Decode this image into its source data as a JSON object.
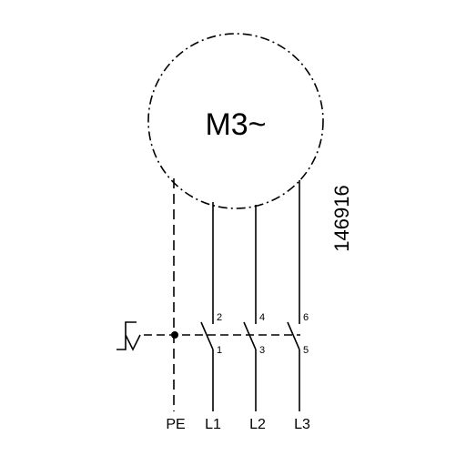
{
  "motor": {
    "label": "M3~"
  },
  "drawing_number": "146916",
  "terminals": {
    "t1": "1",
    "t2": "2",
    "t3": "3",
    "t4": "4",
    "t5": "5",
    "t6": "6"
  },
  "phases": {
    "pe": "PE",
    "l1": "L1",
    "l2": "L2",
    "l3": "L3"
  }
}
